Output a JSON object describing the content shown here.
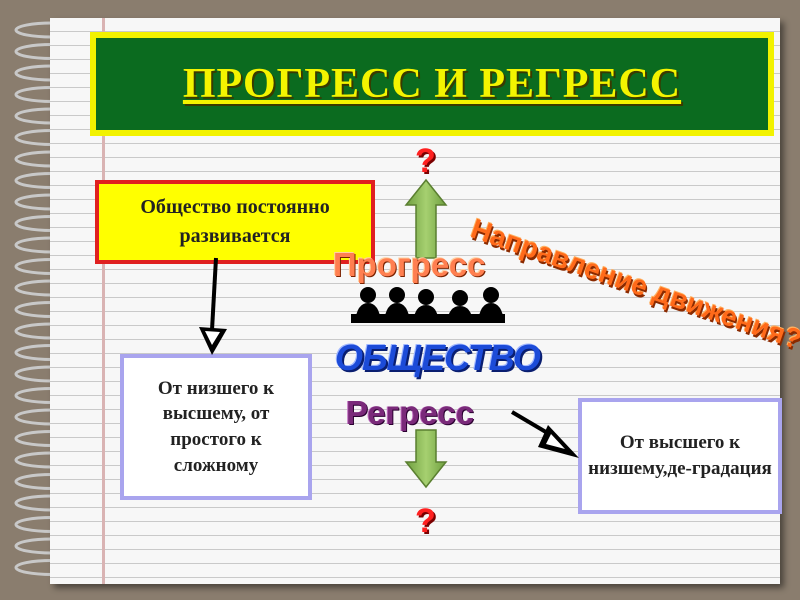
{
  "title": "ПРОГРЕСС И РЕГРЕСС",
  "boxes": {
    "society": "Общество постоянно развивается",
    "low_to_high": "От низшего к высшему, от простого к сложному",
    "high_to_low": "От высшего к низшему,де-градация"
  },
  "labels": {
    "progress": "Прогресс",
    "regress": "Регресс",
    "society": "ОБЩЕСТВО",
    "direction": "Направление движения?",
    "question_top": "?",
    "question_bottom": "?"
  },
  "colors": {
    "title_bg": "#0b6b1f",
    "title_border": "#f2f200",
    "title_text": "#f4f400",
    "society_box_bg": "#ffff00",
    "society_box_border": "#e02020",
    "info_box_border": "#a9a4ee",
    "arrow_fill": "#8fbf5a",
    "progress_text": "#ff7f50",
    "regress_text": "#7a2a7a",
    "society_text": "#1c4bd8",
    "direction_text": "#ff6a1a",
    "question_mark": "#ff2020"
  }
}
